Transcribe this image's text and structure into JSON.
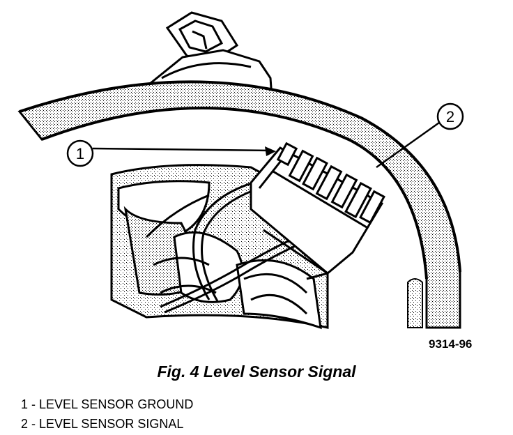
{
  "figure": {
    "figure_number": "9314-96",
    "caption": "Fig. 4 Level Sensor Signal",
    "callouts": [
      {
        "number": "1",
        "text": "1 - LEVEL SENSOR GROUND"
      },
      {
        "number": "2",
        "text": "2 - LEVEL SENSOR SIGNAL"
      }
    ]
  }
}
